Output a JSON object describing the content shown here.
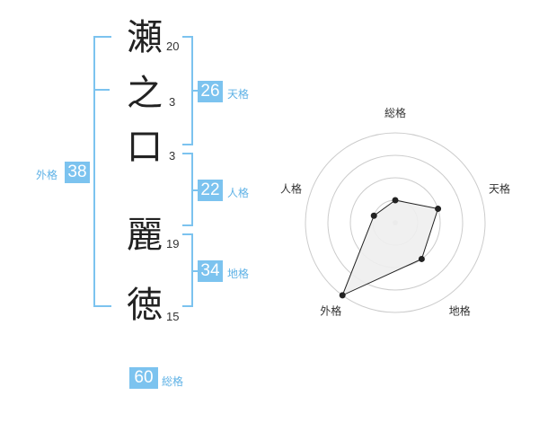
{
  "name": {
    "chars": [
      {
        "char": "瀬",
        "strokes": "20"
      },
      {
        "char": "之",
        "strokes": "3"
      },
      {
        "char": "口",
        "strokes": "3"
      },
      {
        "char": "麗",
        "strokes": "19"
      },
      {
        "char": "徳",
        "strokes": "15"
      }
    ]
  },
  "kakusu": {
    "ten": {
      "value": "26",
      "label": "天格"
    },
    "jin": {
      "value": "22",
      "label": "人格"
    },
    "chi": {
      "value": "34",
      "label": "地格"
    },
    "gai": {
      "value": "38",
      "label": "外格"
    },
    "sou": {
      "value": "60",
      "label": "総格"
    }
  },
  "chart_data": {
    "type": "radar",
    "axes": [
      "総格",
      "天格",
      "地格",
      "外格",
      "人格"
    ],
    "rings": 4,
    "values": [
      1.0,
      2.0,
      2.0,
      4.0,
      1.0
    ],
    "max": 5,
    "fill_color": "#eeeeee",
    "line_color": "#222222",
    "ring_color": "#cccccc"
  }
}
